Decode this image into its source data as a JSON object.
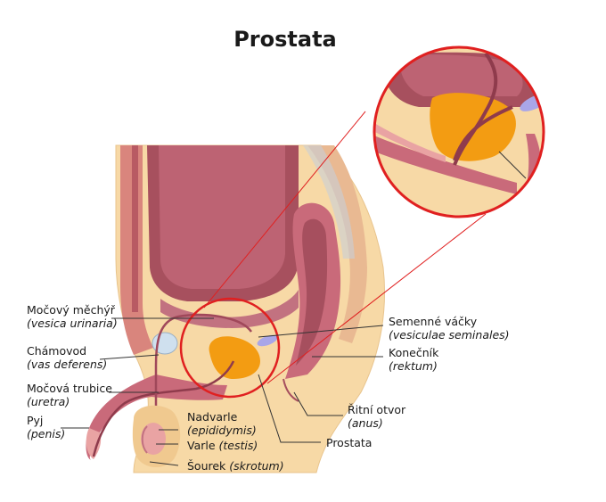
{
  "title": "Prostata",
  "labels": {
    "bladder": {
      "name": "Močový měchýř",
      "latin": "(vesica urinaria)"
    },
    "vas": {
      "name": "Chámovod",
      "latin": "(vas deferens)"
    },
    "urethra": {
      "name": "Močová trubice",
      "latin": "(uretra)"
    },
    "penis": {
      "name": "Pyj",
      "latin": "(penis)"
    },
    "epididymis": {
      "name": "Nadvarle",
      "latin": "(epididymis)"
    },
    "testis": {
      "name": "Varle",
      "latin": "(testis)"
    },
    "scrotum": {
      "name": "Šourek",
      "latin": "(skrotum)"
    },
    "seminal": {
      "name": "Semenné váčky",
      "latin": "(vesiculae seminales)"
    },
    "rectum": {
      "name": "Konečník",
      "latin": "(rektum)"
    },
    "anus": {
      "name": "Řitní otvor",
      "latin": "(anus)"
    },
    "prostate": {
      "name": "Prostata"
    }
  },
  "colors": {
    "skin": "#f7d9a6",
    "tissue": "#c96a7a",
    "bladder": "#a7505e",
    "prostate": "#f39c12",
    "vesicle": "#a9a6e8",
    "callout": "#e02020"
  }
}
